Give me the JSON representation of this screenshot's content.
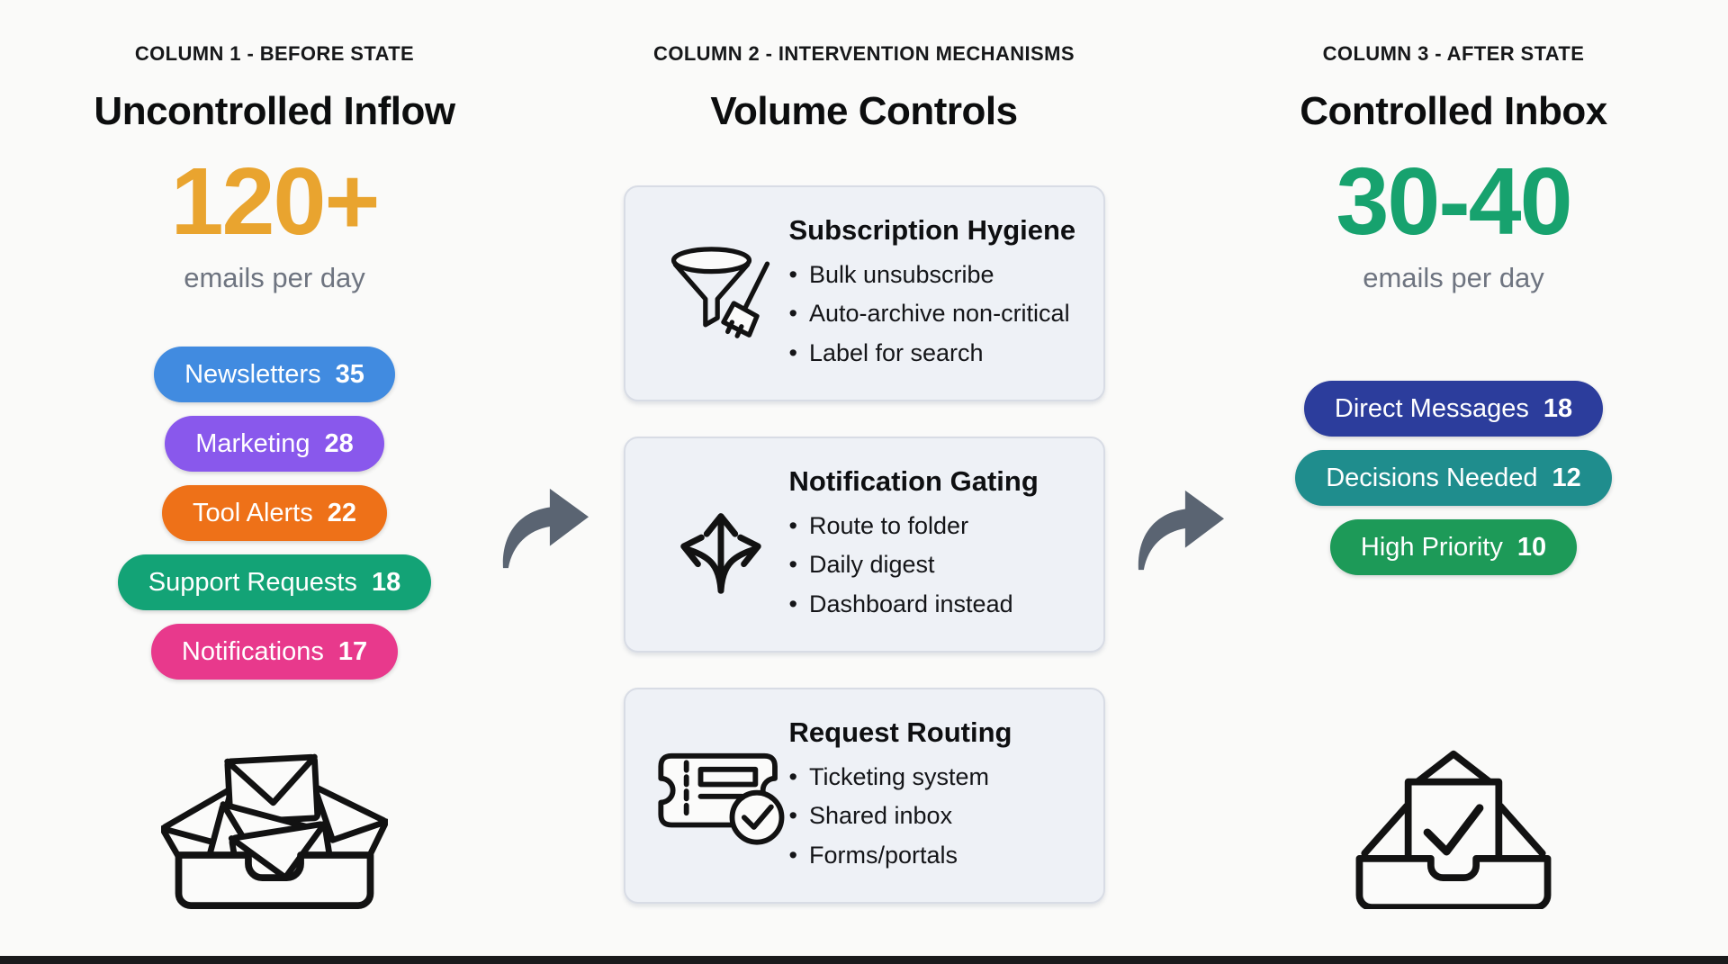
{
  "page": {
    "background_color": "#FAFAF9",
    "bottom_edge_color": "#1A1A1C"
  },
  "columns": {
    "before": {
      "caption": "COLUMN 1 - BEFORE STATE",
      "title": "Uncontrolled Inflow",
      "metric_value": "120+",
      "metric_color": "#E9A42F",
      "metric_label": "emails per day",
      "pills": [
        {
          "label": "Newsletters",
          "count": "35",
          "color": "#418BE0"
        },
        {
          "label": "Marketing",
          "count": "28",
          "color": "#8958EC"
        },
        {
          "label": "Tool Alerts",
          "count": "22",
          "color": "#EE7118"
        },
        {
          "label": "Support Requests",
          "count": "18",
          "color": "#13A376"
        },
        {
          "label": "Notifications",
          "count": "17",
          "color": "#E8398C"
        }
      ],
      "icon": "overflowing-inbox-icon"
    },
    "interventions": {
      "caption": "COLUMN 2 - INTERVENTION MECHANISMS",
      "title": "Volume Controls",
      "cards": [
        {
          "icon": "funnel-broom-icon",
          "title": "Subscription Hygiene",
          "bullets": [
            "Bulk unsubscribe",
            "Auto-archive non-critical",
            "Label for search"
          ]
        },
        {
          "icon": "branch-arrows-icon",
          "title": "Notification Gating",
          "bullets": [
            "Route to folder",
            "Daily digest",
            "Dashboard instead"
          ]
        },
        {
          "icon": "ticket-check-icon",
          "title": "Request Routing",
          "bullets": [
            "Ticketing system",
            "Shared inbox",
            "Forms/portals"
          ]
        }
      ]
    },
    "after": {
      "caption": "COLUMN 3 - AFTER STATE",
      "title": "Controlled Inbox",
      "metric_value": "30-40",
      "metric_color": "#17A26E",
      "metric_label": "emails per day",
      "pills": [
        {
          "label": "Direct Messages",
          "count": "18",
          "color": "#2C3D9C"
        },
        {
          "label": "Decisions Needed",
          "count": "12",
          "color": "#1F8D8D"
        },
        {
          "label": "High Priority",
          "count": "10",
          "color": "#1D9A58"
        }
      ],
      "icon": "clean-inbox-icon"
    }
  },
  "arrows": {
    "color": "#5A6472"
  }
}
